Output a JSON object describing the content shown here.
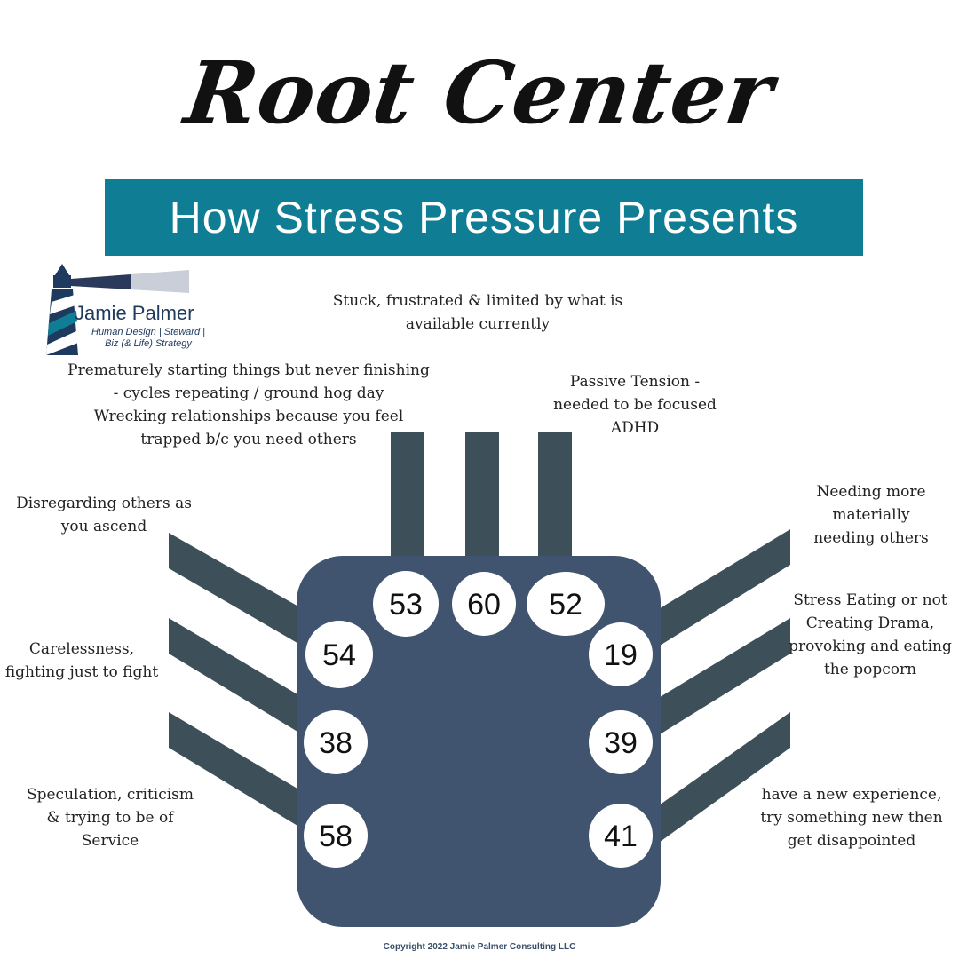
{
  "title": "Root Center",
  "banner": "How Stress Pressure Presents",
  "logo": {
    "name": "Jamie Palmer",
    "tagline_1": "Human Design | Steward |",
    "tagline_2": "Biz (& Life) Strategy"
  },
  "gates": {
    "g53": "53",
    "g60": "60",
    "g52": "52",
    "g54": "54",
    "g38": "38",
    "g58": "58",
    "g19": "19",
    "g39": "39",
    "g41": "41"
  },
  "descriptions": {
    "g60": [
      "Stuck, frustrated & limited by what is",
      "available currently"
    ],
    "g53": [
      "Prematurely starting things but never finishing",
      "- cycles repeating / ground hog day",
      "Wrecking relationships because you feel",
      "trapped b/c you need others"
    ],
    "g52": [
      "Passive Tension  -",
      "needed to be focused",
      "ADHD"
    ],
    "g54": [
      "Disregarding others as",
      "you ascend"
    ],
    "g38": [
      "Carelessness,",
      "fighting just to fight"
    ],
    "g58": [
      "Speculation, criticism",
      "& trying to be of",
      "Service"
    ],
    "g19": [
      "Needing more",
      "materially",
      "needing others"
    ],
    "g39": [
      "Stress Eating or not",
      "Creating Drama,",
      "provoking and eating",
      "the popcorn"
    ],
    "g41": [
      "have a new experience,",
      "try something new then",
      "get disappointed"
    ]
  },
  "copyright": "Copyright 2022 Jamie Palmer Consulting LLC",
  "colors": {
    "banner": "#0f7d93",
    "center_body": "#40546f",
    "channel": "#3d4f58",
    "gate_circle": "#ffffff"
  }
}
